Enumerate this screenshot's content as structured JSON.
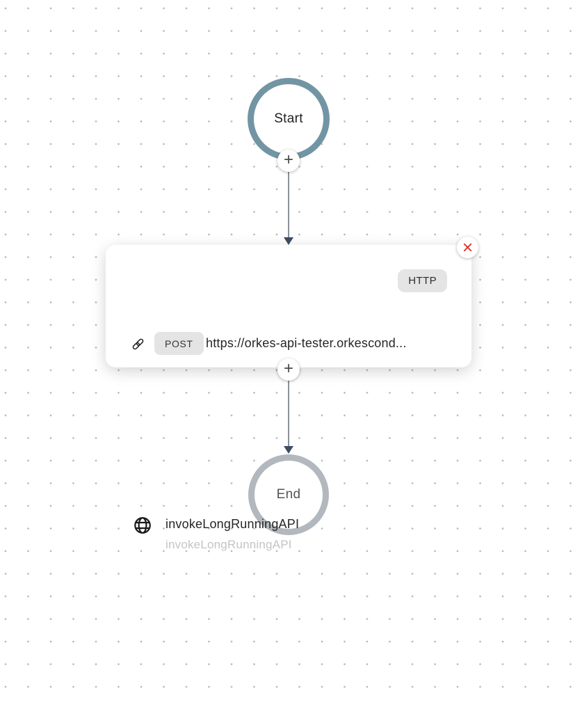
{
  "workflow": {
    "start": {
      "label": "Start"
    },
    "end": {
      "label": "End"
    },
    "task": {
      "name": "invokeLongRunningAPI",
      "reference_name": "invokeLongRunningAPI",
      "type_badge": "HTTP",
      "method": "POST",
      "url": "https://orkes-api-tester.orkescond..."
    },
    "add_button_label": "+"
  },
  "colors": {
    "start_ring": "#7295a4",
    "end_ring": "#b2b8bd",
    "edge_line": "#8a9199",
    "arrow_head": "#3d4e63",
    "badge_bg": "#e4e4e4",
    "close_x": "#d43a2e",
    "dot": "#b4b4b4",
    "text_dark": "#262626",
    "text_muted": "#c4c4c4"
  }
}
